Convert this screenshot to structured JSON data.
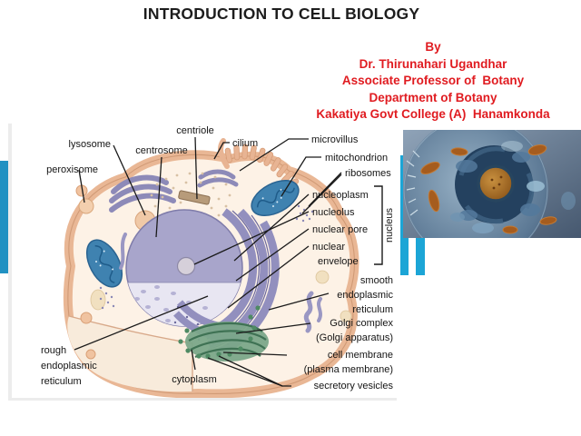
{
  "title": "INTRODUCTION TO CELL BIOLOGY",
  "author": {
    "lines": [
      "By",
      "Dr. Thirunahari Ugandhar",
      "Associate Professor of  Botany",
      "Department of Botany",
      "Kakatiya Govt College (A)  Hanamkonda"
    ]
  },
  "diagram": {
    "labels": {
      "centriole": "centriole",
      "centrosome": "centrosome",
      "lysosome": "lysosome",
      "peroxisome": "peroxisome",
      "cilium": "cilium",
      "microvillus": "microvillus",
      "mitochondrion": "mitochondrion",
      "ribosomes": "ribosomes",
      "nucleoplasm": "nucleoplasm",
      "nucleolus": "nucleolus",
      "nuclear_pore": "nuclear pore",
      "nuclear_envelope": [
        "nuclear",
        "envelope"
      ],
      "nucleus": "nucleus",
      "smooth_er": [
        "smooth",
        "endoplasmic",
        "reticulum"
      ],
      "golgi": [
        "Golgi complex",
        "(Golgi apparatus)"
      ],
      "cell_membrane": [
        "cell membrane",
        "(plasma membrane)"
      ],
      "secretory_vesicles": "secretory vesicles",
      "cytoplasm": "cytoplasm",
      "rough_er": [
        "rough",
        "endoplasmic",
        "reticulum"
      ]
    }
  },
  "colors": {
    "accent_bars": "#1ca5d6",
    "left_edge_bar": "#2191c2",
    "author_text": "#e01b20",
    "title_text": "#1d1d1d"
  }
}
